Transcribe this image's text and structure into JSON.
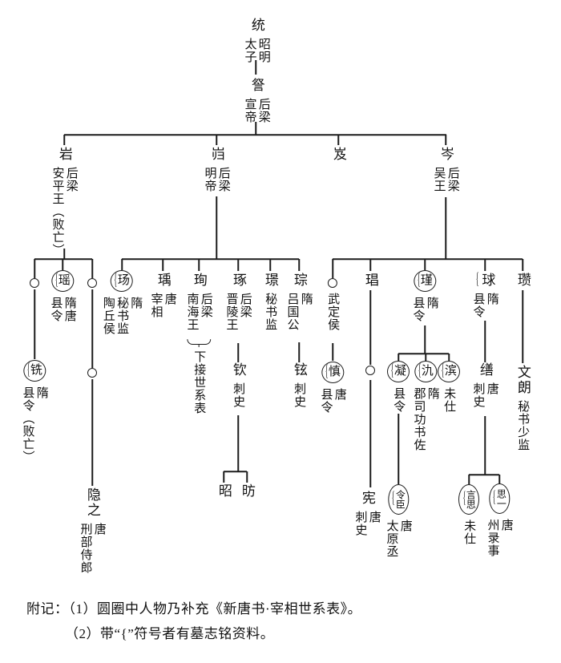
{
  "symbols": {
    "brace": "{"
  },
  "nodes": {
    "tong": {
      "name": "统",
      "c1": "昭明",
      "c2": "太子"
    },
    "cha": {
      "name": "詧",
      "c1": "后梁",
      "c2": "宣帝"
    },
    "yan": {
      "name": "岩",
      "c1": "后梁",
      "c2": "安平王（败亡）"
    },
    "kui": {
      "name": "岿",
      "c1": "后梁",
      "c2": "明帝"
    },
    "ji": {
      "name": "岌"
    },
    "cen": {
      "name": "岑",
      "c1": "后梁",
      "c2": "吴王"
    },
    "yao": {
      "name": "瑶",
      "c1": "隋唐",
      "c2": "县令"
    },
    "yang": {
      "name": "玚",
      "c1": "隋",
      "c2": "秘书监",
      "c3": "陶丘侯"
    },
    "yu": {
      "name": "瑀",
      "c1": "唐",
      "c2": "宰相"
    },
    "xun": {
      "name": "珣",
      "c1": "后梁",
      "c2": "南海王",
      "note": "下接世系表"
    },
    "zhuo": {
      "name": "琢",
      "c1": "后梁",
      "c2": "晋陵王"
    },
    "jing": {
      "name": "璟",
      "c1": "秘书监"
    },
    "cong": {
      "name": "琮",
      "c1": "隋",
      "c2": "吕国公"
    },
    "wuding": {
      "c1": "武定侯"
    },
    "chang": {
      "name": "琩"
    },
    "jin": {
      "name": "瑾",
      "c1": "隋",
      "c2": "县令"
    },
    "qiu": {
      "name": "球",
      "c1": "隋",
      "c2": "县令"
    },
    "zan": {
      "name": "瓒"
    },
    "xi": {
      "name": "铣",
      "c1": "隋",
      "c2": "县令（败亡）"
    },
    "yinzhi": {
      "name": "隐之",
      "c1": "唐",
      "c2": "刑部侍郎"
    },
    "qin": {
      "name": "钦",
      "c1": "刺史"
    },
    "zhao": {
      "name": "昭"
    },
    "fang": {
      "name": "昉"
    },
    "xuan2": {
      "name": "铉",
      "c1": "刺史"
    },
    "shen": {
      "name": "慎",
      "c1": "唐",
      "c2": "县令"
    },
    "xian": {
      "name": "宪",
      "c1": "唐",
      "c2": "刺史"
    },
    "ning": {
      "name": "凝",
      "c1": "县令"
    },
    "jiu": {
      "name": "氿",
      "c1": "隋",
      "c2": "郡司功书佐"
    },
    "bin": {
      "name": "滨",
      "c1": "未仕"
    },
    "lingchen": {
      "name": "令臣",
      "c1": "唐",
      "c2": "太原丞"
    },
    "shan": {
      "name": "缮",
      "c1": "唐",
      "c2": "刺史"
    },
    "yansi": {
      "name": "言思",
      "c1": "未仕"
    },
    "siyi": {
      "name": "思一",
      "c1": "唐",
      "c2": "州录事"
    },
    "wenlang": {
      "name": "文朗",
      "c1": "秘书少监"
    }
  },
  "notes": {
    "prefix": "附记：",
    "item1": "（1）圆圈中人物乃补充《新唐书·宰相世系表》。",
    "item2": "（2）带“{”符号者有墓志铭资料。"
  }
}
